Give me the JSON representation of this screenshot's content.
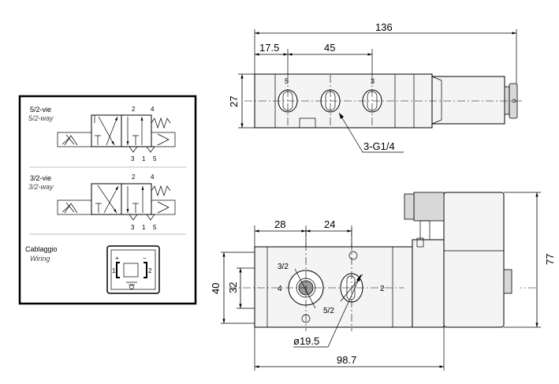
{
  "legend": {
    "valve_52": {
      "title": "5/2-vie",
      "subtitle": "5/2-way",
      "port_top_left": "2",
      "port_top_right": "4",
      "port_bottom_left": "3",
      "port_bottom_mid": "1",
      "port_bottom_right": "5"
    },
    "valve_32": {
      "title": "3/2-vie",
      "subtitle": "3/2-way",
      "port_top_left": "2",
      "port_top_right": "4",
      "port_bottom_left": "3",
      "port_bottom_mid": "1",
      "port_bottom_right": "5"
    },
    "wiring": {
      "title": "Cablaggio",
      "subtitle": "Wiring",
      "pin_plus": "+",
      "pin_minus": "−",
      "pin_1": "1",
      "pin_2": "2"
    }
  },
  "top_view": {
    "dim_total": "136",
    "dim_offset": "17.5",
    "dim_pitch": "45",
    "dim_height": "27",
    "port_left": "5",
    "port_right": "3",
    "port_thread": "3-G1/4"
  },
  "front_view": {
    "dim_28": "28",
    "dim_24": "24",
    "dim_40": "40",
    "dim_32": "32",
    "dim_77": "77",
    "dim_dia": "ø19.5",
    "dim_length": "98.7",
    "label_32": "3/2",
    "label_52": "5/2",
    "port_4": "4",
    "port_2": "2"
  }
}
